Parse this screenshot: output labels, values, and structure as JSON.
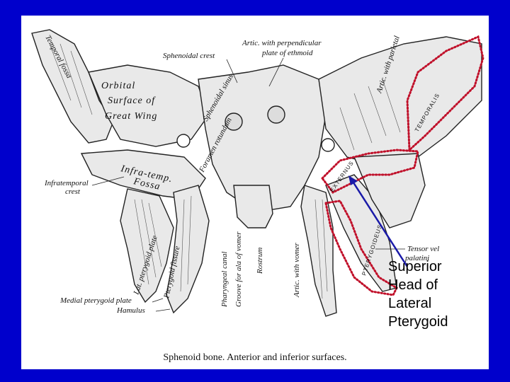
{
  "labels": {
    "artic_perp": "Artic. with perpendicular",
    "artic_perp2": "plate of ethmoid",
    "sphenoidal_crest": "Sphenoidal crest",
    "temporal_fossa": "Temporal fossa",
    "orbital_1": "Orbital",
    "orbital_2": "Surface of",
    "orbital_3": "Great  Wing",
    "sphenoidal_sinus": "Sphenoidal sinus",
    "infratemporal_crest_1": "Infratemporal",
    "infratemporal_crest_2": "crest",
    "infra_temp_fossa_1": "Infra-temp.",
    "infra_temp_fossa_2": "Fossa",
    "foramen_rotundum": "Foramen rotundum",
    "lat_pterygoid_plate": "Lat. pterygoid plate",
    "pterygoid_fissure": "Pterygoid fissure",
    "pharyngeal_canal": "Pharyngeal canal",
    "groove_vomer": "Groove for ala of vomer",
    "rostrum": "Rostrum",
    "artic_vomer": "Artic. with vomer",
    "medial_plate": "Medial pterygoid plate",
    "hamulus": "Hamulus",
    "artic_parietal": "Artic. with parietal",
    "temporalis": "TEMPORALIS",
    "externus": "EXTERNUS",
    "pterygoideus": "PTERYGOIDEUS",
    "tensor_1": "Tensor  vel",
    "tensor_2": "palatini"
  },
  "caption": "Sphenoid bone. Anterior and inferior surfaces.",
  "callout": {
    "line1": "Superior",
    "line2": "Head of",
    "line3": "Lateral",
    "line4": "Pterygoid"
  },
  "colors": {
    "background": "#0000cc",
    "muscle_outline": "#c0102a",
    "arrow": "#1a1aa8"
  }
}
